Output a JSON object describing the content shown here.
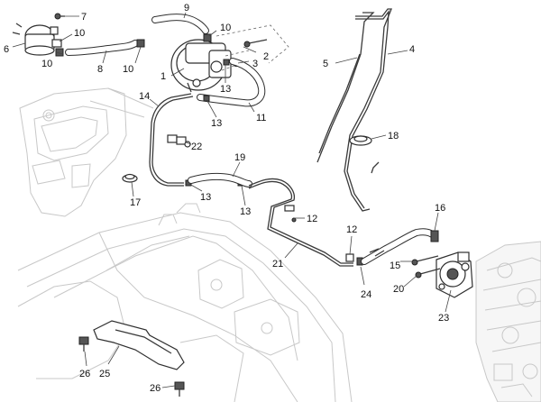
{
  "callouts": {
    "c1": "1",
    "c2": "2",
    "c3": "3",
    "c4": "4",
    "c5": "5",
    "c6": "6",
    "c7": "7",
    "c8": "8",
    "c9": "9",
    "c10a": "10",
    "c10b": "10",
    "c10c": "10",
    "c10d": "10",
    "c11": "11",
    "c12a": "12",
    "c12b": "12",
    "c13a": "13",
    "c13b": "13",
    "c13c": "13",
    "c13d": "13",
    "c14": "14",
    "c15": "15",
    "c16": "16",
    "c17": "17",
    "c18": "18",
    "c19": "19",
    "c20": "20",
    "c21": "21",
    "c22": "22",
    "c23": "23",
    "c24": "24",
    "c25": "25",
    "c26a": "26",
    "c26b": "26"
  }
}
